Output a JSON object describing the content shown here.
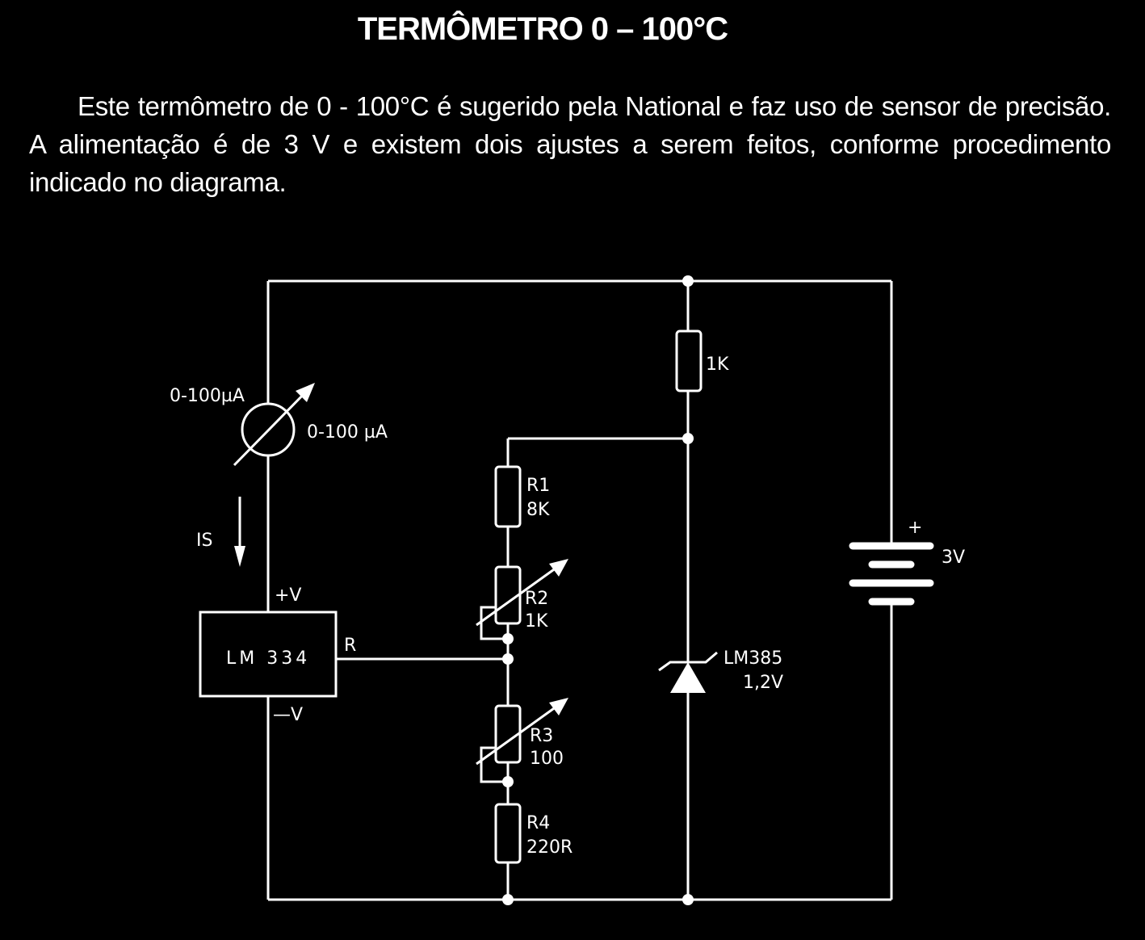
{
  "header": {
    "title": "TERMÔMETRO 0 – 100°C",
    "description": "Este termômetro de 0 - 100°C é sugerido pela National e faz uso de sensor de precisão. A alimentação é de 3 V e existem dois ajustes a serem feitos, conforme procedimento indicado no diagrama."
  },
  "diagram": {
    "meter": {
      "label_left": "0-100µA",
      "label_right": "0-100 µA"
    },
    "current_label": "IS",
    "lm334": {
      "name": "LM 334",
      "pin_plus": "+V",
      "pin_minus": "—V",
      "pin_r": "R"
    },
    "resistor_top": {
      "value": "1K"
    },
    "r1": {
      "name": "R1",
      "value": "8K"
    },
    "r2": {
      "name": "R2",
      "value": "1K"
    },
    "r3": {
      "name": "R3",
      "value": "100"
    },
    "r4": {
      "name": "R4",
      "value": "220R"
    },
    "zener": {
      "name": "LM385",
      "value": "1,2V"
    },
    "battery": {
      "polarity": "+",
      "value": "3V"
    }
  },
  "colors": {
    "background": "#000000",
    "foreground": "#ffffff"
  }
}
